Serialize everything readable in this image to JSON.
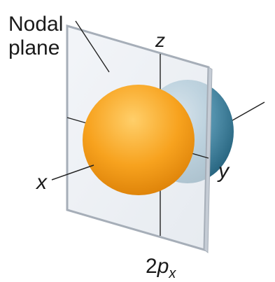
{
  "labels": {
    "nodal_plane_line1": "Nodal",
    "nodal_plane_line2": "plane",
    "axis_z": "z",
    "axis_x": "x",
    "axis_y": "y",
    "orbital_number": "2",
    "orbital_letter": "p",
    "orbital_subscript": "x"
  },
  "colors": {
    "front_lobe": "#f5a623",
    "back_lobe": "#4a8ba6",
    "plane_fill": "#e9edf3",
    "plane_edge": "#9aa3ad",
    "axis_line": "#222222"
  }
}
